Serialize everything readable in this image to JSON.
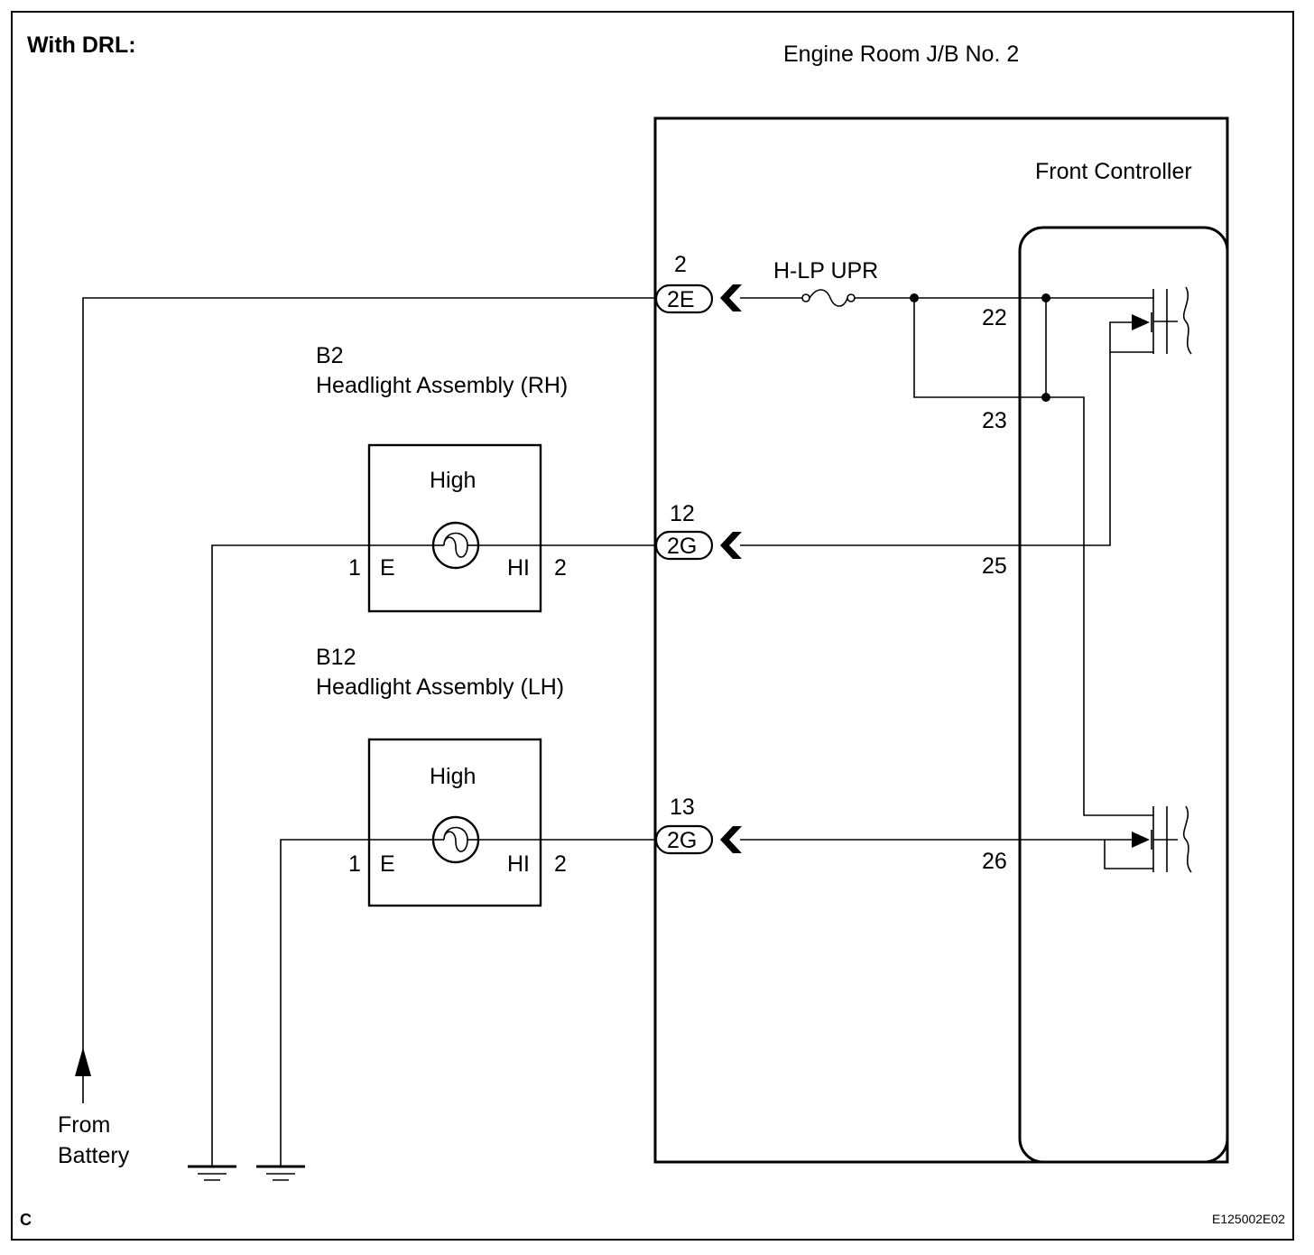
{
  "title": "With DRL:",
  "jb_label": "Engine Room J/B No. 2",
  "controller_label": "Front Controller",
  "fuse_label": "H-LP UPR",
  "connectors": [
    {
      "pin": "2",
      "name": "2E"
    },
    {
      "pin": "12",
      "name": "2G"
    },
    {
      "pin": "13",
      "name": "2G"
    }
  ],
  "controller_pins": [
    "22",
    "23",
    "25",
    "26"
  ],
  "headlights": [
    {
      "code": "B2",
      "name": "Headlight Assembly (RH)",
      "filament": "High",
      "pin_e_num": "1",
      "pin_e": "E",
      "pin_hi": "HI",
      "pin_hi_num": "2"
    },
    {
      "code": "B12",
      "name": "Headlight Assembly (LH)",
      "filament": "High",
      "pin_e_num": "1",
      "pin_e": "E",
      "pin_hi": "HI",
      "pin_hi_num": "2"
    }
  ],
  "source": {
    "line1": "From",
    "line2": "Battery"
  },
  "corner_code": "C",
  "figure_id": "E125002E02"
}
